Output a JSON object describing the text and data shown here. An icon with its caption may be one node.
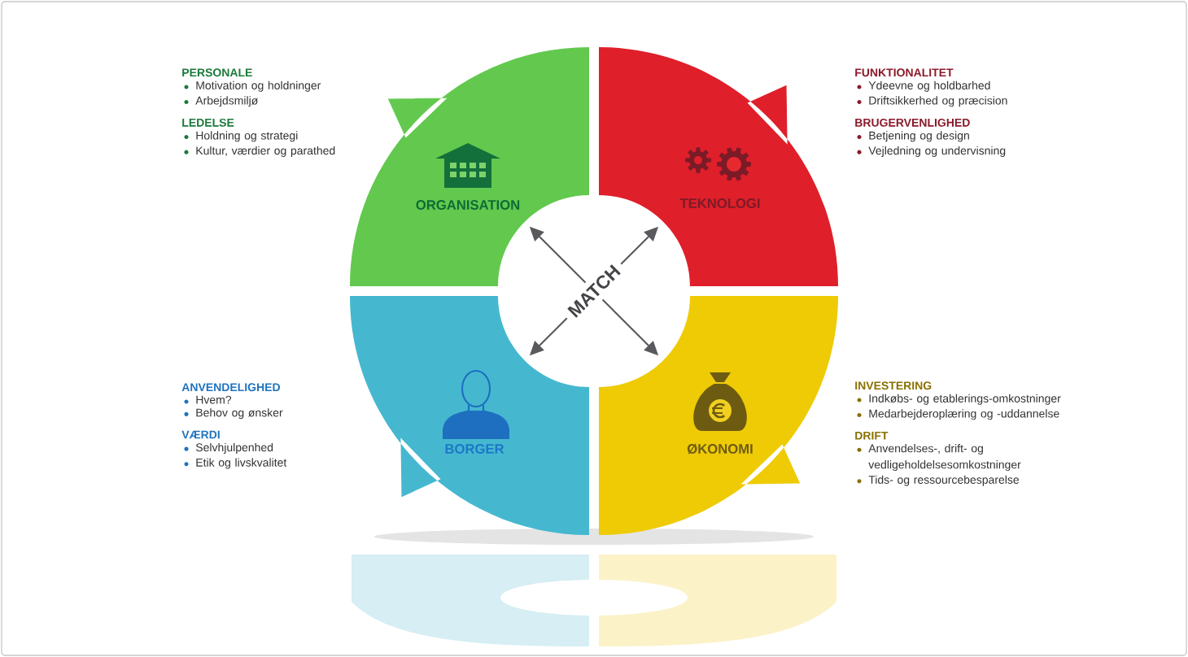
{
  "diagram": {
    "nodes": [
      {
        "text": [
          "ORGANISATION"
        ],
        "beside": [
          "PERSONALE",
          "Motivation og holdninger",
          "Arbejdsmiljø",
          "LEDELSE",
          "Holdning og strategi",
          "Kultur, værdier og parathed"
        ]
      },
      {
        "text": [
          "TEKNOLOGI"
        ],
        "beside": [
          "FUNKTIONALITET",
          "Ydeevne og holdbarhed",
          "Driftsikkerhed og præcision",
          "BRUGERVENLIGHED",
          "Betjening og design",
          "Vejledning og undervisning"
        ]
      },
      {
        "text": [
          "MATCH"
        ]
      },
      {
        "text": [
          "BORGER"
        ],
        "beside": [
          "ANVENDELIGHED",
          "Hvem?",
          "Behov og ønsker",
          "VÆRDI",
          "Selvhjulpenhed",
          "Etik og livskvalitet"
        ]
      },
      {
        "text": [
          "ØKONOMI"
        ],
        "beside": [
          "INVESTERING",
          "Indkøbs- og etablerings-omkostninger",
          "Medarbejderoplæring og -uddannelse",
          "DRIFT",
          "Anvendelses-, drift- og vedligeholdelsesomkostninger",
          "Tids- og ressourcebesparelse"
        ]
      }
    ],
    "edges": [
      {
        "from": 2,
        "to": 0,
        "arrow": "to"
      },
      {
        "from": 2,
        "to": 1,
        "arrow": "to"
      },
      {
        "from": 2,
        "to": 3,
        "arrow": "to"
      },
      {
        "from": 2,
        "to": 4,
        "arrow": "to"
      }
    ]
  }
}
